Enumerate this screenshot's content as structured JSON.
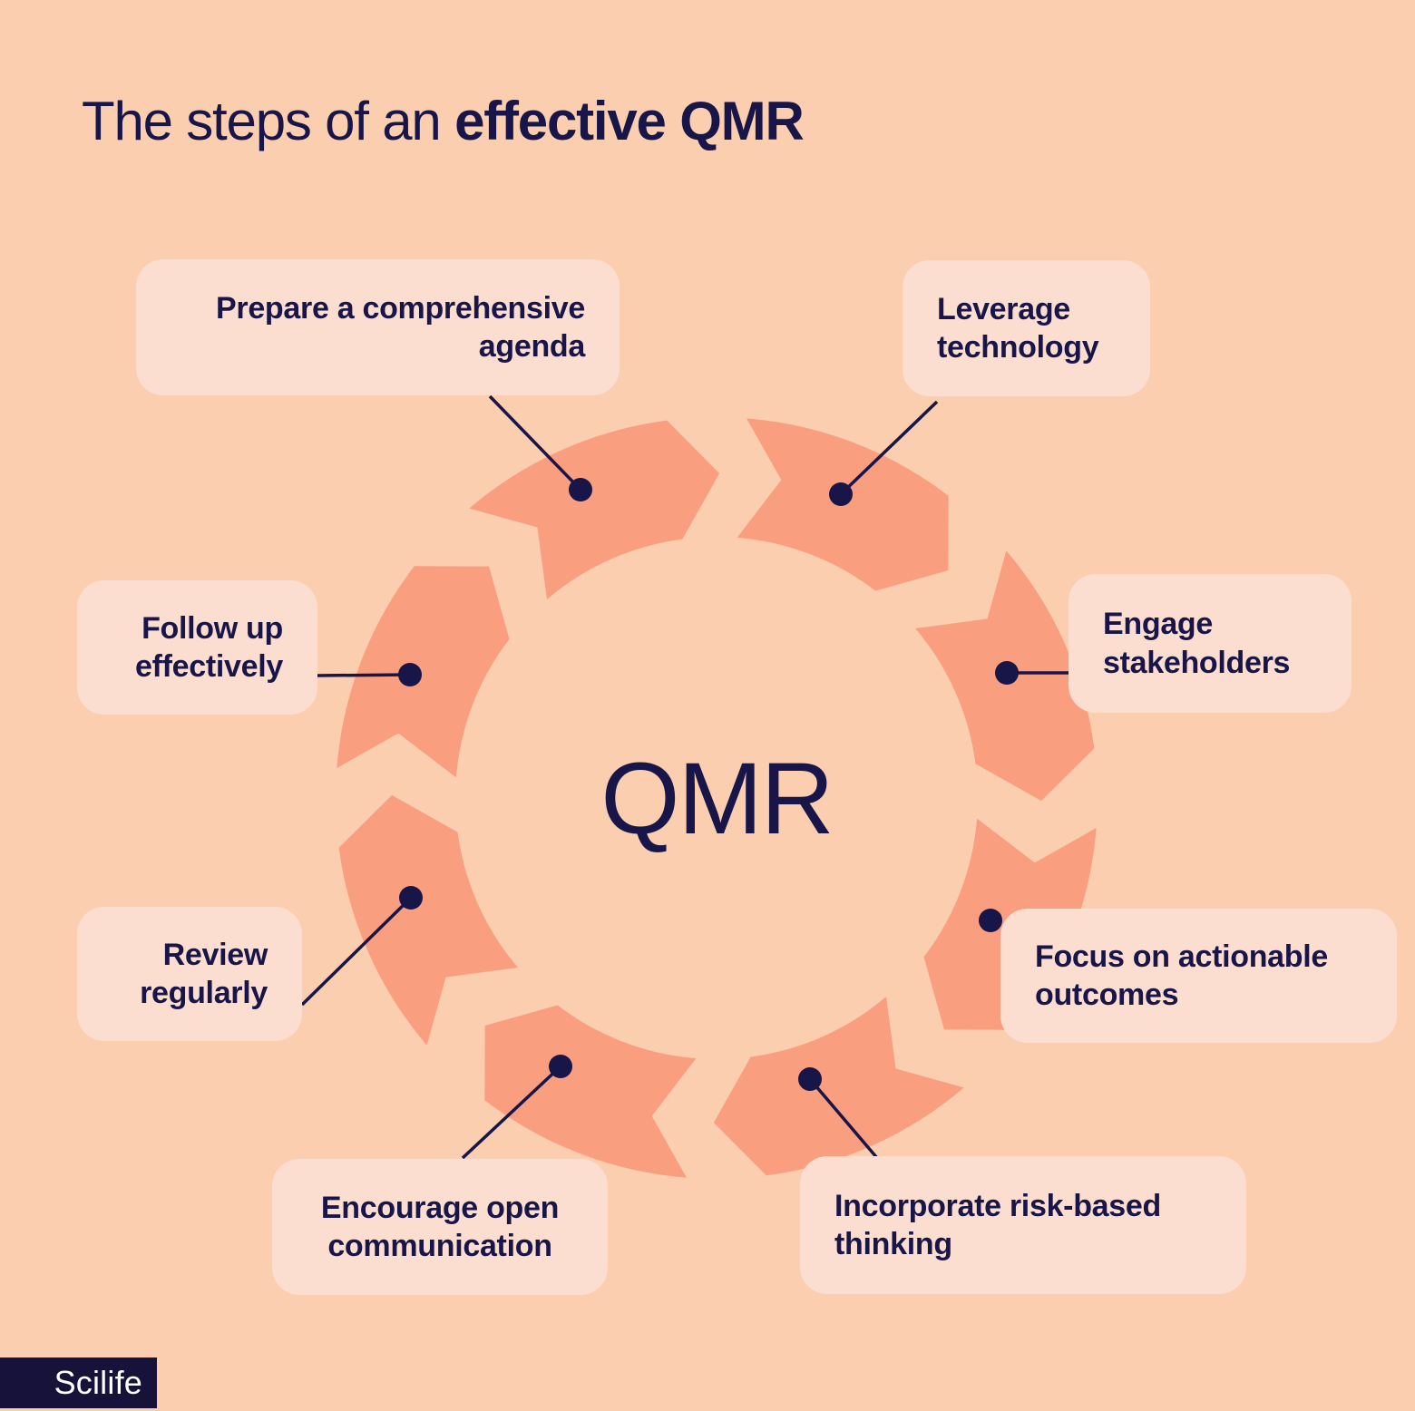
{
  "title": {
    "prefix": "The steps of an ",
    "emphasis": "effective QMR"
  },
  "center_label": "QMR",
  "steps": [
    {
      "name": "prepare-agenda",
      "label": "Prepare a comprehensive\nagenda"
    },
    {
      "name": "leverage-technology",
      "label": "Leverage\ntechnology"
    },
    {
      "name": "engage-stakeholders",
      "label": "Engage\nstakeholders"
    },
    {
      "name": "focus-on-actionable-outcomes",
      "label": "Focus on actionable\noutcomes"
    },
    {
      "name": "incorporate-risk-based-thinking",
      "label": "Incorporate risk-based\nthinking"
    },
    {
      "name": "encourage-open-communication",
      "label": "Encourage open\ncommunication"
    },
    {
      "name": "review-regularly",
      "label": "Review\nregularly"
    },
    {
      "name": "follow-up-effectively",
      "label": "Follow up\neffectively"
    }
  ],
  "logo_text": "Scilife",
  "colors": {
    "bg": "#FBCEB0",
    "arrow": "#FA9E80",
    "box": "#FCDED1",
    "navy": "#181548",
    "logo_bg": "#161239",
    "logo_text": "#FFFFFF"
  }
}
